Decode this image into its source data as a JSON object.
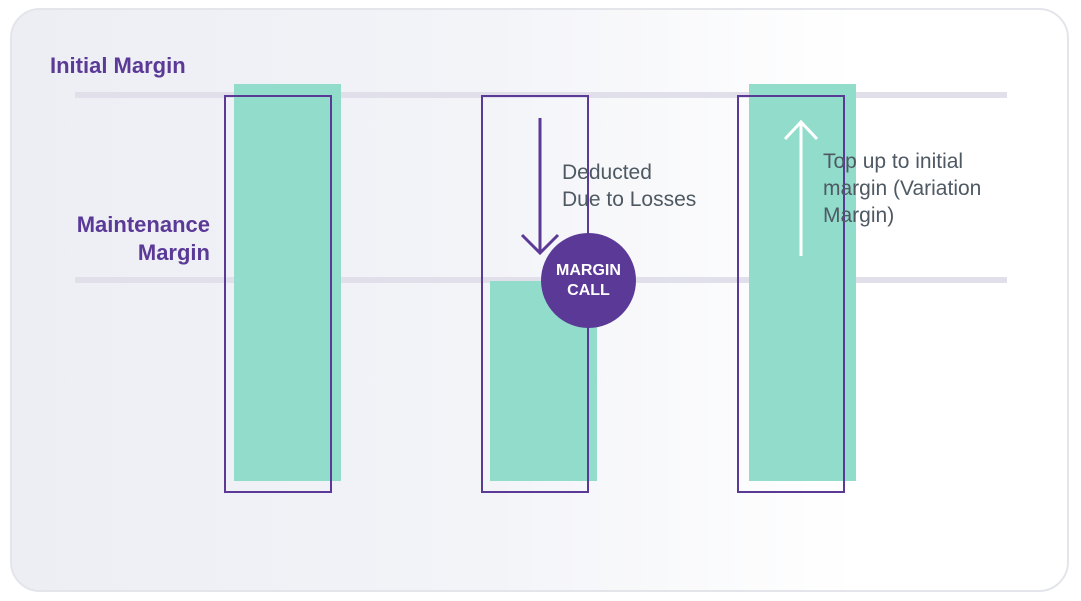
{
  "levels": {
    "initial_margin": "Initial Margin",
    "maintenance_margin_line1": "Maintenance",
    "maintenance_margin_line2": "Margin"
  },
  "annotations": {
    "deducted": "Deducted\nDue to Losses",
    "top_up": "Top up to initial\nmargin (Variation\nMargin)",
    "margin_call_line1": "MARGIN",
    "margin_call_line2": "CALL"
  },
  "colors": {
    "accent_purple": "#5b3a97",
    "bar_teal": "#92dccc",
    "level_line": "#e1e0ea",
    "arrow_white": "#ffffff"
  },
  "icons": [
    "down-arrow-icon",
    "up-arrow-icon"
  ]
}
